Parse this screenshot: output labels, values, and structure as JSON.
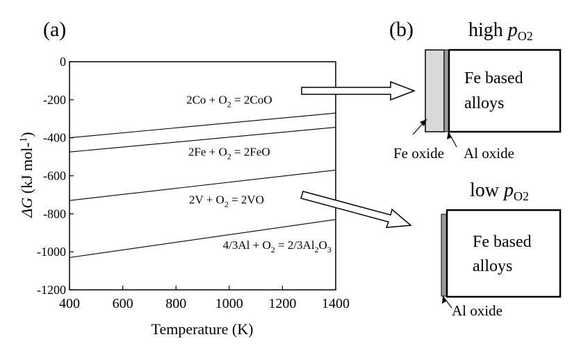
{
  "panel_a": {
    "label": "(a)"
  },
  "panel_b": {
    "label": "(b)",
    "high": {
      "title_word": "high",
      "title_p": "p",
      "title_sub": "O2",
      "box_text_line1": "Fe based",
      "box_text_line2": "alloys",
      "fe_oxide_label": "Fe oxide",
      "al_oxide_label": "Al oxide"
    },
    "low": {
      "title_word": "low",
      "title_p": "p",
      "title_sub": "O2",
      "box_text_line1": "Fe based",
      "box_text_line2": "alloys",
      "al_oxide_label": "Al oxide"
    },
    "colors": {
      "fe_oxide": "#d9d9d9",
      "al_oxide": "#999999",
      "box_border": "#000000"
    }
  },
  "chart_data": {
    "type": "line",
    "xlabel": "Temperature  (K)",
    "ylabel_symbol": "ΔG",
    "ylabel_units": "  (kJ mol-",
    "ylabel_sup": "1",
    "ylabel_close": ")",
    "xlim": [
      400,
      1400
    ],
    "ylim": [
      -1200,
      0
    ],
    "xticks": [
      400,
      600,
      800,
      1000,
      1200,
      1400
    ],
    "yticks": [
      0,
      -200,
      -400,
      -600,
      -800,
      -1000,
      -1200
    ],
    "xtick_labels": [
      "400",
      "600",
      "800",
      "1000",
      "1200",
      "1400"
    ],
    "ytick_labels": [
      "0",
      "-200",
      "-400",
      "-600",
      "-800",
      "-1000",
      "-1200"
    ],
    "grid": false,
    "series": [
      {
        "x": [
          400,
          1400
        ],
        "y": [
          -400,
          -270
        ],
        "label": {
          "parts": [
            {
              "t": "2Co + O"
            },
            {
              "t": "2",
              "sub": true
            },
            {
              "t": " = 2CoO"
            }
          ],
          "at": [
            1000,
            -220
          ]
        }
      },
      {
        "x": [
          400,
          1400
        ],
        "y": [
          -475,
          -345
        ],
        "label": {
          "parts": [
            {
              "t": "2Fe + O"
            },
            {
              "t": "2",
              "sub": true
            },
            {
              "t": " = 2FeO"
            }
          ],
          "at": [
            1000,
            -495
          ]
        }
      },
      {
        "x": [
          400,
          1400
        ],
        "y": [
          -730,
          -570
        ],
        "label": {
          "parts": [
            {
              "t": "2V + O"
            },
            {
              "t": "2",
              "sub": true
            },
            {
              "t": " = 2VO"
            }
          ],
          "at": [
            990,
            -745
          ]
        }
      },
      {
        "x": [
          400,
          1400
        ],
        "y": [
          -1030,
          -830
        ],
        "label": {
          "parts": [
            {
              "t": "4/3Al + O"
            },
            {
              "t": "2",
              "sub": true
            },
            {
              "t": " = 2/3Al"
            },
            {
              "t": "2",
              "sub": true
            },
            {
              "t": "O"
            },
            {
              "t": "3",
              "sub": true
            }
          ],
          "at": [
            1180,
            -985
          ]
        }
      }
    ]
  }
}
